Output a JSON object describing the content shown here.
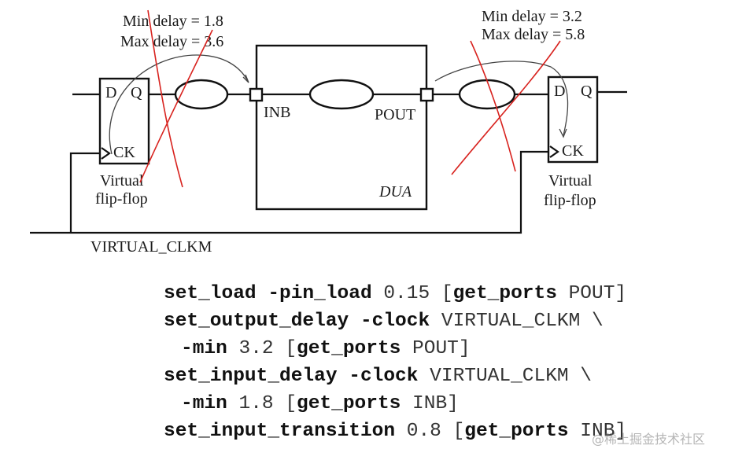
{
  "diagram": {
    "left_annotation": {
      "min": "Min delay = 1.8",
      "max": "Max delay = 3.6"
    },
    "right_annotation": {
      "min": "Min delay = 3.2",
      "max": "Max delay = 5.8"
    },
    "left_ff": {
      "d": "D",
      "q": "Q",
      "ck": "CK",
      "caption_line1": "Virtual",
      "caption_line2": "flip-flop"
    },
    "right_ff": {
      "d": "D",
      "q": "Q",
      "ck": "CK",
      "caption_line1": "Virtual",
      "caption_line2": "flip-flop"
    },
    "dua": {
      "in_pin": "INB",
      "out_pin": "POUT",
      "name": "DUA"
    },
    "clock_label": "VIRTUAL_CLKM"
  },
  "code": [
    [
      {
        "t": "set_load",
        "b": true
      },
      {
        "t": " "
      },
      {
        "t": "-pin_load",
        "b": true
      },
      {
        "t": " 0.15 ["
      },
      {
        "t": "get_ports",
        "b": true
      },
      {
        "t": " POUT]"
      }
    ],
    [
      {
        "t": "set_output_delay",
        "b": true
      },
      {
        "t": " "
      },
      {
        "t": "-clock",
        "b": true
      },
      {
        "t": " VIRTUAL_CLKM \\"
      }
    ],
    [
      {
        "t": "-min",
        "b": true
      },
      {
        "t": " 3.2 ["
      },
      {
        "t": "get_ports",
        "b": true
      },
      {
        "t": " POUT]"
      }
    ],
    [
      {
        "t": "set_input_delay",
        "b": true
      },
      {
        "t": " "
      },
      {
        "t": "-clock",
        "b": true
      },
      {
        "t": " VIRTUAL_CLKM \\"
      }
    ],
    [
      {
        "t": "-min",
        "b": true
      },
      {
        "t": " 1.8 ["
      },
      {
        "t": "get_ports",
        "b": true
      },
      {
        "t": " INB]"
      }
    ],
    [
      {
        "t": "set_input_transition",
        "b": true
      },
      {
        "t": " 0.8 ["
      },
      {
        "t": "get_ports",
        "b": true
      },
      {
        "t": " INB]"
      }
    ]
  ],
  "code_indented_lines": [
    2,
    4
  ],
  "watermark": "@稀土掘金技术社区",
  "colors": {
    "annotation_strike": "#d8231f",
    "ink": "#111111"
  }
}
